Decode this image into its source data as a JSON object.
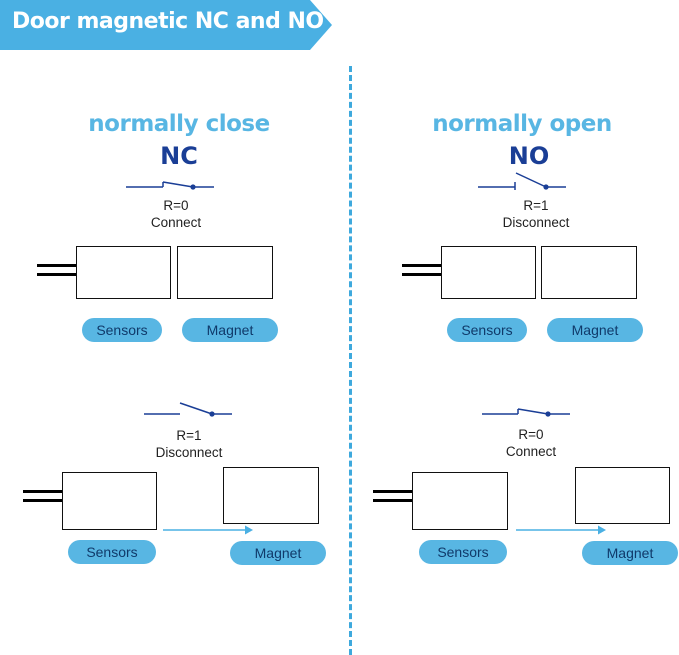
{
  "banner": {
    "title": "Door magnetic NC and NO"
  },
  "nc": {
    "heading": "normally close",
    "code": "NC",
    "closed_state": {
      "r": "R=0",
      "status": "Connect"
    },
    "open_state": {
      "r": "R=1",
      "status": "Disconnect"
    }
  },
  "no": {
    "heading": "normally open",
    "code": "NO",
    "open_state": {
      "r": "R=1",
      "status": "Disconnect"
    },
    "closed_state": {
      "r": "R=0",
      "status": "Connect"
    }
  },
  "labels": {
    "sensors": "Sensors",
    "magnet": "Magnet"
  },
  "colors": {
    "banner": "#4ab0e3",
    "heading": "#58b6e3",
    "code": "#1a3e96",
    "pill": "#58b6e3",
    "switch": "#1a3e96"
  }
}
